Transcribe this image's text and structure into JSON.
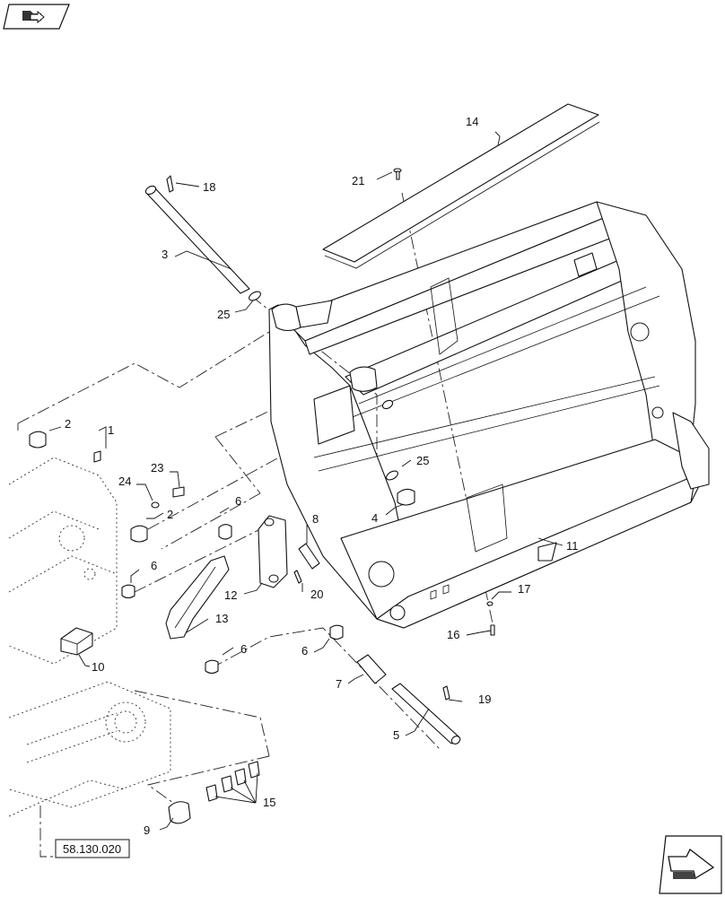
{
  "diagram": {
    "reference_label": "58.130.020",
    "top_left_icon": "folder-arrow-icon",
    "bottom_right_icon": "next-page-arrow-icon",
    "callouts": [
      "14",
      "18",
      "21",
      "3",
      "25",
      "2",
      "1",
      "23",
      "24",
      "2",
      "6",
      "8",
      "6",
      "12",
      "13",
      "20",
      "11",
      "4",
      "25",
      "17",
      "16",
      "6",
      "7",
      "19",
      "5",
      "10",
      "6",
      "15",
      "9"
    ]
  }
}
